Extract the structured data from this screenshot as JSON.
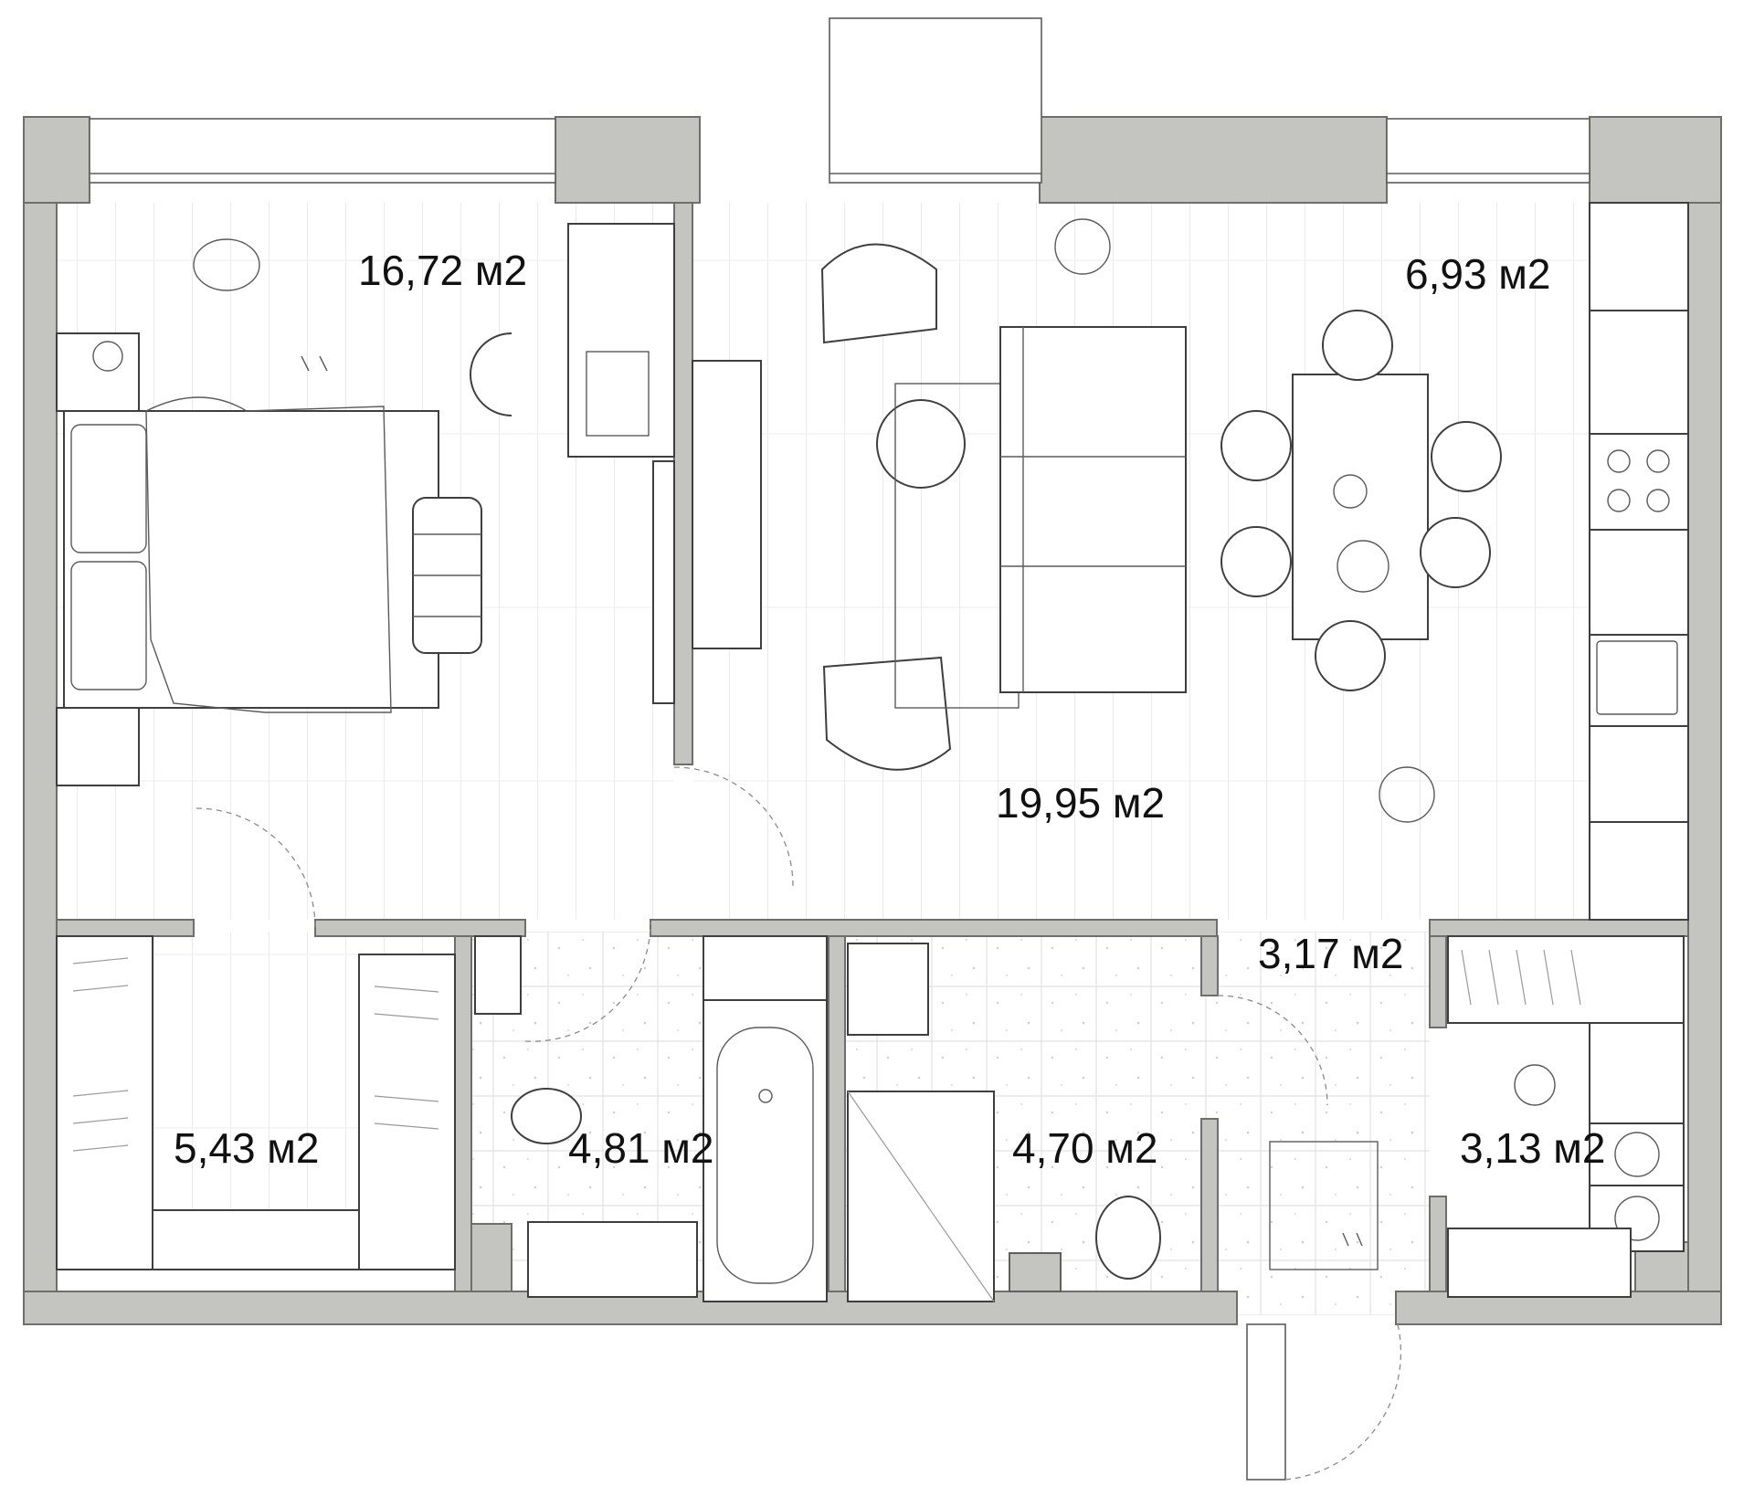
{
  "rooms": [
    {
      "id": "bedroom",
      "area": "16,72 м2"
    },
    {
      "id": "kitchen",
      "area": "6,93 м2"
    },
    {
      "id": "living",
      "area": "19,95 м2"
    },
    {
      "id": "hall",
      "area": "3,17 м2"
    },
    {
      "id": "wardrobe-left",
      "area": "5,43 м2"
    },
    {
      "id": "bathroom",
      "area": "4,81 м2"
    },
    {
      "id": "wc",
      "area": "4,70 м2"
    },
    {
      "id": "wardrobe-right",
      "area": "3,13 м2"
    }
  ],
  "colors": {
    "wall": "#c4c4c0",
    "wall_stroke": "#6e6e6a",
    "floor": "#ffffff",
    "line": "#3e3e3e",
    "text": "#111111"
  }
}
